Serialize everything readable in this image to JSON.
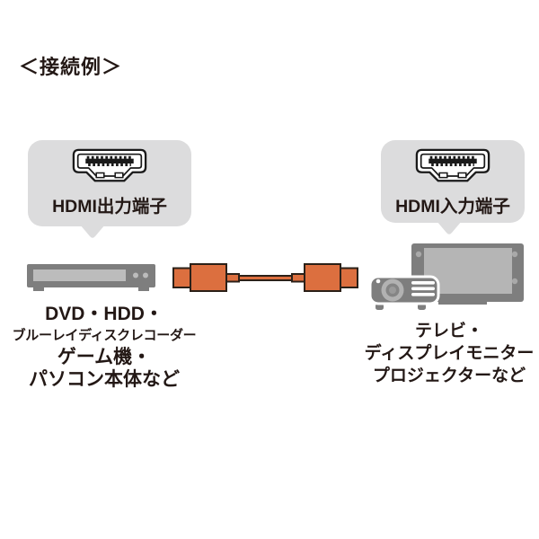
{
  "title": "＜接続例＞",
  "colors": {
    "background": "#ffffff",
    "text": "#231815",
    "bubble_gray": "#dcdcdd",
    "device_gray": "#7e7e7e",
    "device_light_gray": "#b5b5b5",
    "cable_orange": "#dc6f3f",
    "cable_outline": "#2b2018"
  },
  "callouts": {
    "left": {
      "icon": "hdmi-connector-icon",
      "label": "HDMI出力端子"
    },
    "right": {
      "icon": "hdmi-connector-icon",
      "label": "HDMI入力端子"
    }
  },
  "devices": {
    "source": {
      "illustration": "dvd-recorder-icon",
      "caption_lines": [
        "DVD・HDD・",
        "ブルーレイディスクレコーダー",
        "ゲーム機・",
        "パソコン本体など"
      ]
    },
    "display": {
      "illustration": "tv-and-projector-icon",
      "caption_lines": [
        "テレビ・",
        "ディスプレイモニター",
        "プロジェクターなど"
      ]
    },
    "cable": {
      "illustration": "hdmi-cable-icon"
    }
  }
}
